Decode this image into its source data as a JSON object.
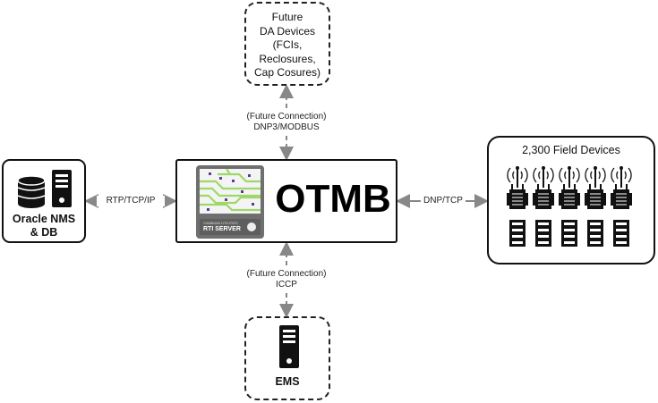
{
  "future_da": {
    "title_lines": [
      "Future",
      "DA Devices",
      "(FCIs,",
      "Reclosures,",
      "Cap Cosures)"
    ]
  },
  "oracle": {
    "lines": [
      "Oracle NMS",
      "& DB"
    ]
  },
  "otmb": {
    "title": "OTMB",
    "server_brand": "CAMBIUM UTILITIES",
    "server_label": "RTI SERVER"
  },
  "field": {
    "title": "2,300 Field Devices",
    "device_count": 5
  },
  "ems": {
    "label": "EMS"
  },
  "connections": {
    "top": [
      "(Future Connection)",
      "DNP3/MODBUS"
    ],
    "left": "RTP/TCP/IP",
    "right": "DNP/TCP",
    "bottom": [
      "(Future Connection)",
      "ICCP"
    ]
  },
  "colors": {
    "chip_green": "#9fd86a",
    "chip_purple": "#5a3f8a",
    "server_gray": "#6f6f6f",
    "line_gray": "#888888"
  }
}
